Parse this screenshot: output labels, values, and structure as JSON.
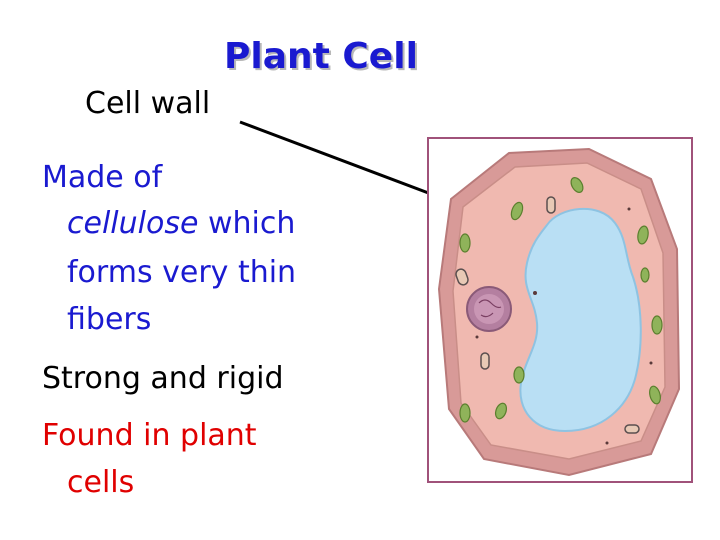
{
  "slide": {
    "title": "Plant Cell",
    "label": "Cell wall",
    "bullets": {
      "made_of": "Made of",
      "cellulose": "cellulose",
      "which": " which",
      "forms": "forms very thin",
      "fibers": "fibers",
      "strong": "Strong and rigid",
      "found": "Found in plant",
      "cells": "cells"
    }
  },
  "colors": {
    "title": "#1a1ad0",
    "emphasis_red": "#e00000",
    "cell_wall": "#d89a98",
    "cytoplasm": "#f0b9b0",
    "vacuole": "#b9dff4",
    "nucleus": "#b47fa0",
    "chloroplast": "#8fb35a",
    "frame": "#a0527a"
  },
  "figure": {
    "icons": [
      "plant-cell-diagram-icon"
    ]
  }
}
